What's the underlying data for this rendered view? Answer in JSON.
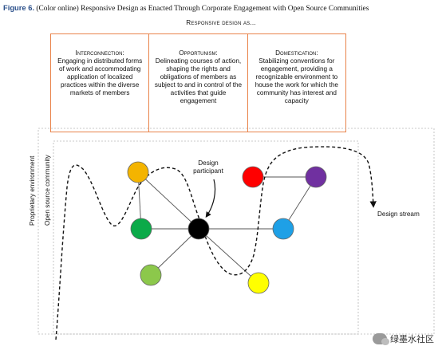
{
  "caption": {
    "figure_label": "Figure 6.",
    "text": "(Color online) Responsive Design as Enacted Through Corporate Engagement with Open Source Communities"
  },
  "header": {
    "title": "Responsive design as..."
  },
  "boxes": [
    {
      "heading": "Interconnection:",
      "body": "Engaging in distributed forms of work and accommodating application of localized practices within the diverse markets of members"
    },
    {
      "heading": "Opportunism:",
      "body": "Delineating courses of action, shaping the rights and obligations of members as subject to and in control of the activities that guide engagement"
    },
    {
      "heading": "Domestication:",
      "body": "Stabilizing conventions for engagement, providing a recognizable environment to house the work for which the community has interest and capacity"
    }
  ],
  "side_labels": {
    "proprietary": "Proprietary environment",
    "open_source": "Open source community"
  },
  "labels": {
    "design_participant": "Design participant",
    "design_stream": "Design stream"
  },
  "nodes": [
    {
      "id": "orange",
      "color": "#F4B400"
    },
    {
      "id": "green",
      "color": "#0BAA49"
    },
    {
      "id": "lightgreen",
      "color": "#8CC84B"
    },
    {
      "id": "black",
      "color": "#000000"
    },
    {
      "id": "red",
      "color": "#FF0000"
    },
    {
      "id": "purple",
      "color": "#7030A0"
    },
    {
      "id": "blue",
      "color": "#1EA0E6"
    },
    {
      "id": "yellow",
      "color": "#FFFF00"
    }
  ],
  "watermark": "绿墨水社区"
}
